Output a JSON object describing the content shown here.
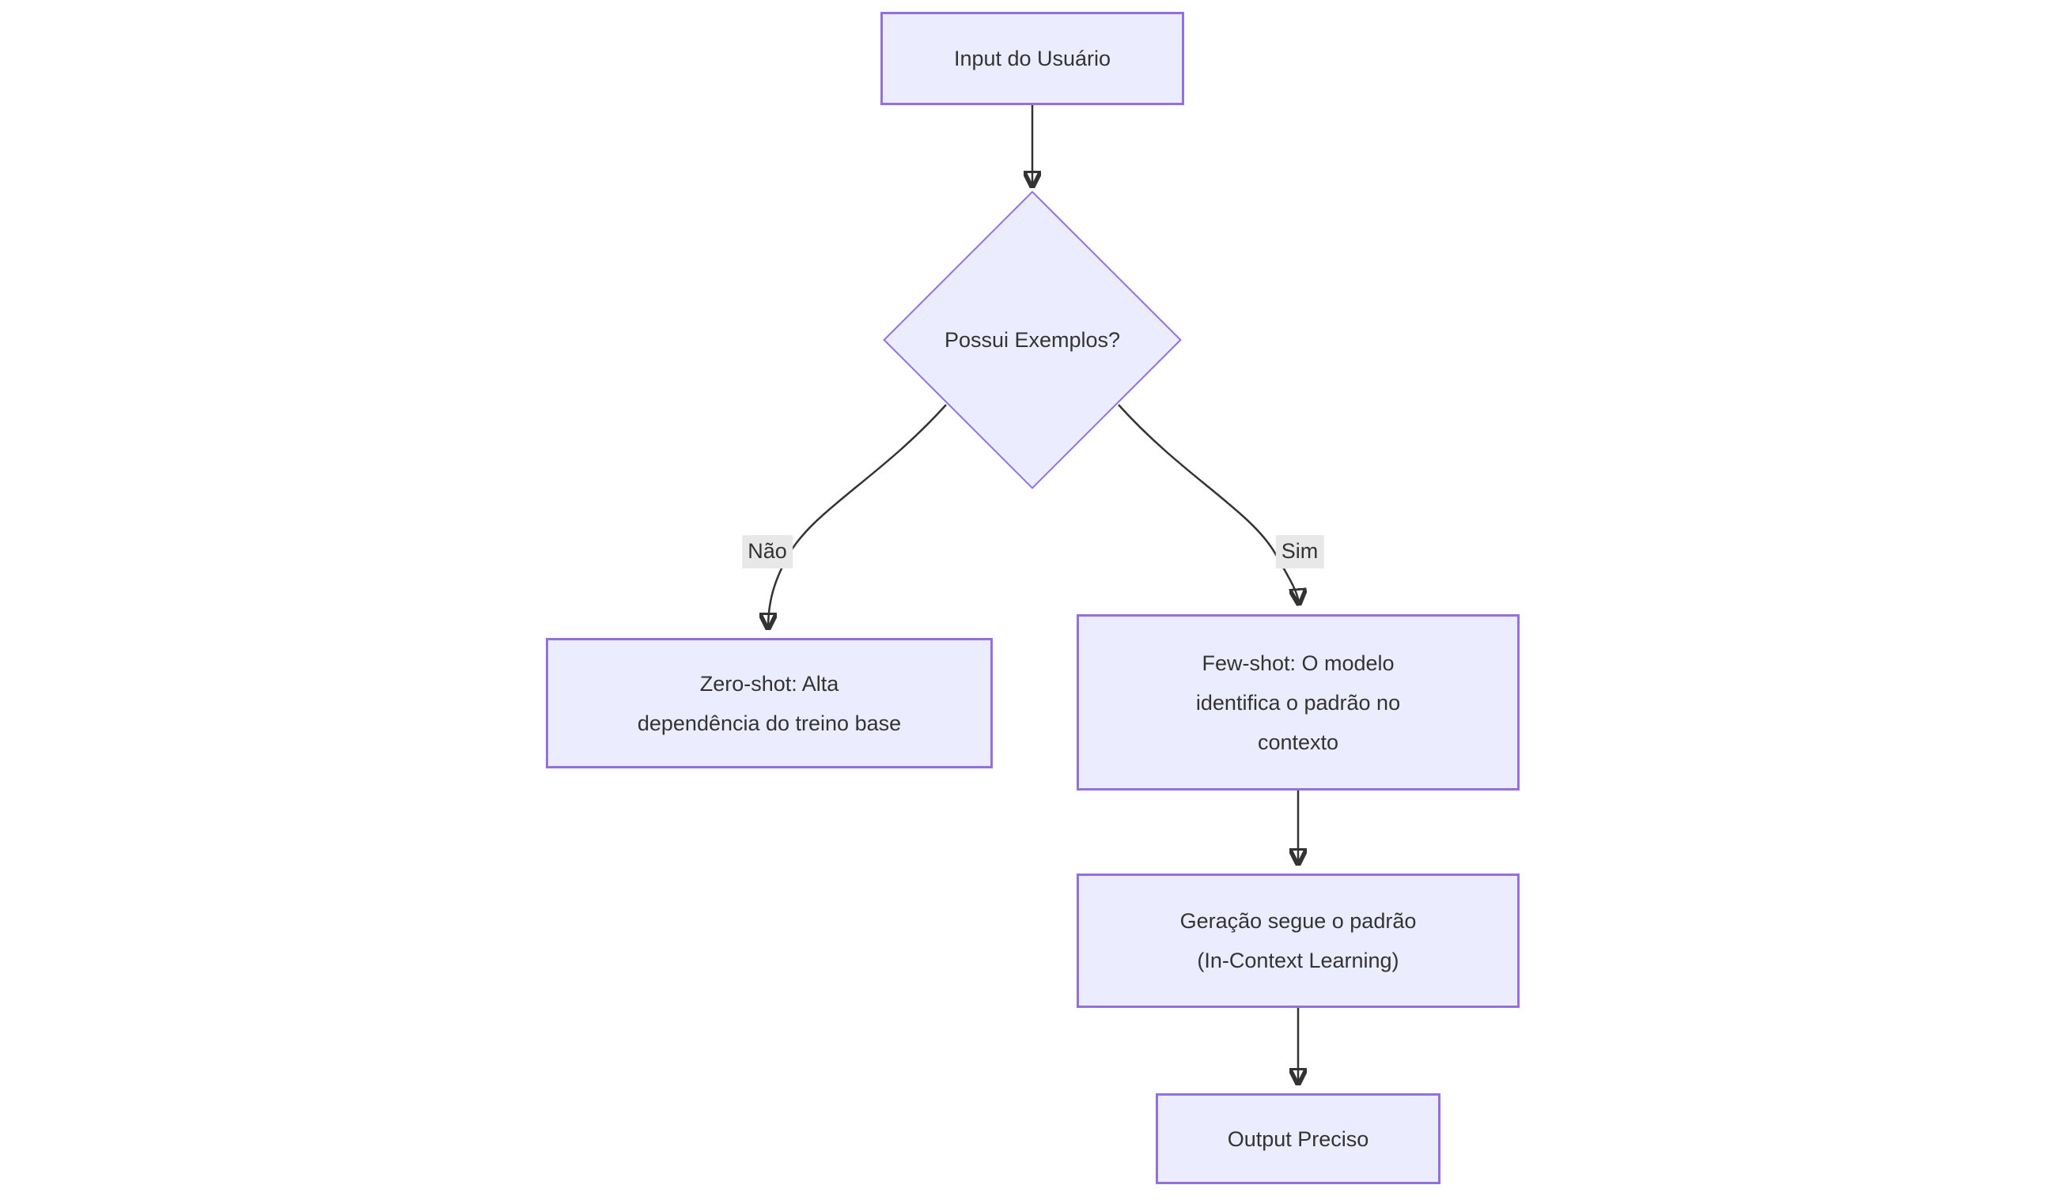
{
  "diagram": {
    "type": "flowchart",
    "direction": "top-down",
    "colors": {
      "background": "#ffffff",
      "node_fill": "#ECECFF",
      "node_border": "#9370DB",
      "edge_stroke": "#333333",
      "text": "#333333",
      "edge_label_background": "#e8e8e8"
    },
    "nodes": {
      "input": {
        "label": "Input do Usuário",
        "lines": [
          "Input do Usuário"
        ],
        "shape": "rect"
      },
      "decision": {
        "label": "Possui Exemplos?",
        "lines": [
          "Possui Exemplos?"
        ],
        "shape": "diamond"
      },
      "zeroshot": {
        "label": "Zero-shot: Alta dependência do treino base",
        "lines": [
          "Zero-shot: Alta",
          "dependência do treino base"
        ],
        "shape": "rect"
      },
      "fewshot": {
        "label": "Few-shot: O modelo identifica o padrão no contexto",
        "lines": [
          "Few-shot: O modelo",
          "identifica o padrão no",
          "contexto"
        ],
        "shape": "rect"
      },
      "generation": {
        "label": "Geração segue o padrão (In-Context Learning)",
        "lines": [
          "Geração segue o padrão",
          "(In-Context Learning)"
        ],
        "shape": "rect"
      },
      "output": {
        "label": "Output Preciso",
        "lines": [
          "Output Preciso"
        ],
        "shape": "rect"
      }
    },
    "edges": [
      {
        "from": "input",
        "to": "decision",
        "label": ""
      },
      {
        "from": "decision",
        "to": "zeroshot",
        "label": "Não"
      },
      {
        "from": "decision",
        "to": "fewshot",
        "label": "Sim"
      },
      {
        "from": "fewshot",
        "to": "generation",
        "label": ""
      },
      {
        "from": "generation",
        "to": "output",
        "label": ""
      }
    ],
    "edge_labels": {
      "no": "Não",
      "yes": "Sim"
    }
  }
}
